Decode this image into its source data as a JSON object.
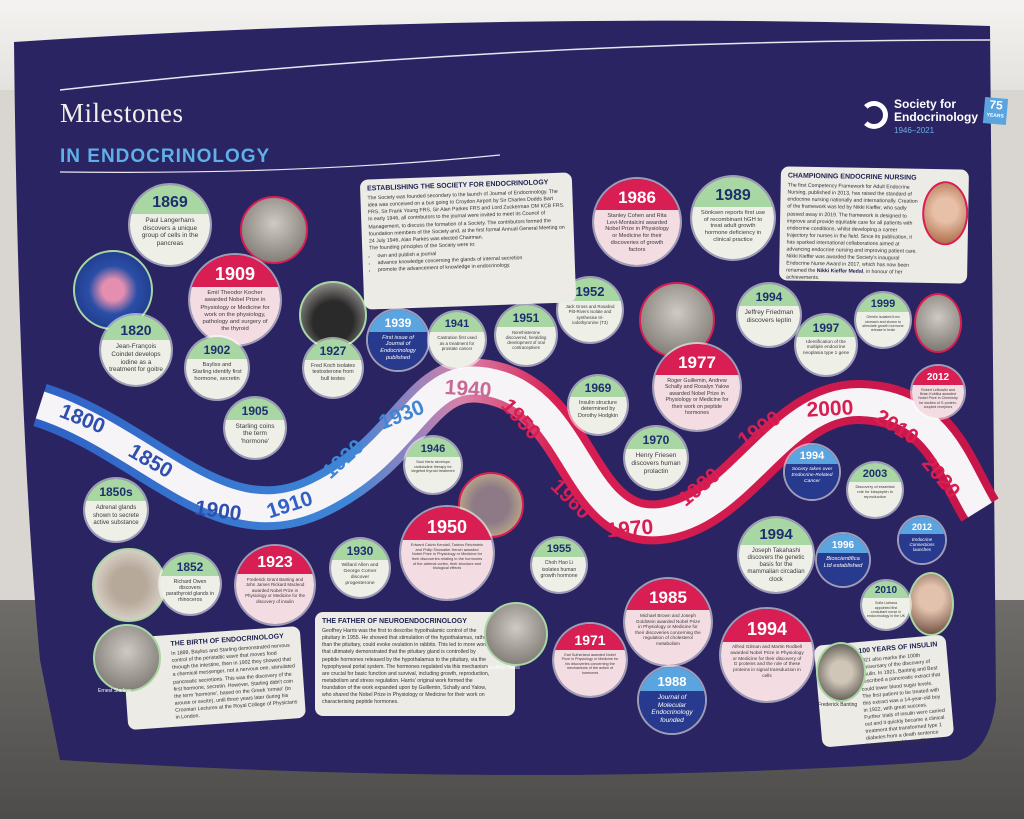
{
  "header": {
    "title_line1": "Milestones",
    "title_line2": "IN ENDOCRINOLOGY",
    "logo_name_line1": "Society for",
    "logo_name_line2": "Endocrinology",
    "logo_years": "1946–2021",
    "logo_badge": "75",
    "logo_badge_sub": "YEARS"
  },
  "timeline": {
    "years": [
      "1800",
      "1850",
      "1900",
      "1910",
      "1920",
      "1930",
      "1940",
      "1950",
      "1960",
      "1970",
      "1980",
      "1990",
      "2000",
      "2010",
      "2020"
    ]
  },
  "events": [
    {
      "year": "1869",
      "text": "Paul Langerhans discovers a unique group of cells in the pancreas",
      "style": "g"
    },
    {
      "year": "1909",
      "text": "Emil Theodor Kocher awarded Nobel Prize in Physiology or Medicine for work on the physiology, pathology and surgery of the thyroid",
      "style": "r"
    },
    {
      "year": "1820",
      "text": "Jean-François Coindet develops iodine as a treatment for goitre",
      "style": "g"
    },
    {
      "year": "1902",
      "text": "Bayliss and Starling identify first hormone, secretin",
      "style": "g"
    },
    {
      "year": "1905",
      "text": "Starling coins the term 'hormone'",
      "style": "g"
    },
    {
      "year": "1927",
      "text": "Fred Koch isolates testosterone from bull testes",
      "style": "g"
    },
    {
      "year": "1939",
      "text": "First issue of Journal of Endocrinology published",
      "style": "b"
    },
    {
      "year": "1941",
      "text": "Castration first used as a treatment for prostate cancer",
      "style": "g"
    },
    {
      "year": "1951",
      "text": "Norethisterone discovered, heralding development of oral contraceptives",
      "style": "g"
    },
    {
      "year": "1952",
      "text": "Jack Gross and Rosalind Pitt-Rivers isolate and synthesise tri-iodothyronine (T3)",
      "style": "g"
    },
    {
      "year": "1986",
      "text": "Stanley Cohen and Rita Levi-Montalcini awarded Nobel Prize in Physiology or Medicine for their discoveries of growth factors",
      "style": "r"
    },
    {
      "year": "1989",
      "text": "Sönksen reports first use of recombinant hGH to treat adult growth hormone deficiency in clinical practice",
      "style": "g"
    },
    {
      "year": "1977",
      "text": "Roger Guillemin, Andrew Schally and Rosalyn Yalow awarded Nobel Prize in Physiology or Medicine for their work on peptide hormones",
      "style": "r"
    },
    {
      "year": "1969",
      "text": "Insulin structure determined by Dorothy Hodgkin",
      "style": "g"
    },
    {
      "year": "1994",
      "text": "Jeffrey Friedman discovers leptin",
      "style": "g"
    },
    {
      "year": "1997",
      "text": "Identification of the multiple endocrine neoplasia type 1 gene",
      "style": "g"
    },
    {
      "year": "1999",
      "text": "Ghrelin isolated from stomach and shown to stimulate growth hormone release in brain",
      "style": "g"
    },
    {
      "year": "2012",
      "text": "Robert Lefkowitz and Brian Kobilka awarded Nobel Prize in Chemistry for studies of G protein-coupled receptors",
      "style": "r"
    },
    {
      "year": "1970",
      "text": "Henry Friesen discovers human prolactin",
      "style": "g"
    },
    {
      "year": "1946",
      "text": "Saul Hertz develops radioiodine therapy for targeted thyroid treatment",
      "style": "g"
    },
    {
      "year": "1950",
      "text": "Edward Calvin Kendall, Tadeus Reichstein and Philip Showalter Hench awarded Nobel Prize in Physiology or Medicine for their discoveries relating to the hormones of the adrenal cortex, their structure and biological effects",
      "style": "r"
    },
    {
      "year": "1955",
      "text": "Choh Hao Li isolates human growth hormone",
      "style": "g"
    },
    {
      "year": "1850s",
      "text": "Adrenal glands shown to secrete active substance",
      "style": "g"
    },
    {
      "year": "1852",
      "text": "Richard Owen discovers parathyroid glands in rhinoceros",
      "style": "g"
    },
    {
      "year": "1923",
      "text": "Frederick Grant Banting and John James Rickard Macleod awarded Nobel Prize in Physiology or Medicine for the discovery of insulin",
      "style": "r"
    },
    {
      "year": "1930",
      "text": "Willard Allen and George Corner discover progesterone",
      "style": "g"
    },
    {
      "year": "1994",
      "text": "Society takes over Endocrine-Related Cancer",
      "style": "b"
    },
    {
      "year": "2003",
      "text": "Discovery of essential role for kisspeptin in reproduction",
      "style": "g"
    },
    {
      "year": "2012",
      "text": "Endocrine Connections launches",
      "style": "b"
    },
    {
      "year": "1994",
      "text": "Joseph Takahashi discovers the genetic basis for the mammalian circadian clock",
      "style": "g"
    },
    {
      "year": "1996",
      "text": "Bioscientifica Ltd established",
      "style": "b"
    },
    {
      "year": "1985",
      "text": "Michael Brown and Joseph Goldstein awarded Nobel Prize in Physiology or Medicine for their discoveries concerning the regulation of cholesterol metabolism",
      "style": "r"
    },
    {
      "year": "1971",
      "text": "Earl Sutherland awarded Nobel Prize in Physiology or Medicine for his discoveries concerning the mechanisms of the action of hormones",
      "style": "r"
    },
    {
      "year": "1988",
      "text": "Journal of Molecular Endocrinology founded",
      "style": "b"
    },
    {
      "year": "1994",
      "text": "Alfred Gilman and Martin Rodbell awarded Nobel Prize in Physiology or Medicine for their discovery of G proteins and the role of these proteins in signal transduction in cells",
      "style": "r"
    },
    {
      "year": "2010",
      "text": "Sofia Llahana appointed first consultant nurse in endocrinology in the UK",
      "style": "g"
    }
  ],
  "boxes": {
    "establishing": {
      "title": "ESTABLISHING THE SOCIETY FOR ENDOCRINOLOGY",
      "body": "The Society was founded secondary to the launch of Journal of Endocrinology. The idea was conceived on a bus going to Croydon Airport by Sir Charles Dodds Bart FRS, Sir Frank Young FRS, Sir Alan Parkes FRS and Lord Zuckerman OM KCB FRS. In early 1946, all contributors to the journal were invited to meet its Council of Management, to discuss the formation of a Society. The contributors formed the foundation members of the Society and, at the first formal Annual General Meeting on 24 July 1946, Alan Parkes was elected Chairman.",
      "principles_intro": "The founding principles of the Society were to:",
      "principles": [
        "own and publish a journal",
        "advance knowledge concerning the glands of internal secretion",
        "promote the advancement of knowledge in endocrinology."
      ]
    },
    "championing": {
      "title": "CHAMPIONING ENDOCRINE NURSING",
      "body": "The first Competency Framework for Adult Endocrine Nursing, published in 2013, has raised the standard of endocrine nursing nationally and internationally. Creation of the framework was led by Nikki Kieffer, who sadly passed away in 2019. The framework is designed to improve and provide equitable care for all patients with endocrine conditions, whilst developing a career trajectory for nurses in the field. Since its publication, it has sparked international collaborations aimed at advancing endocrine nursing and improving patient care. Nikki Kieffer was awarded the Society's inaugural Endocrine Nurse Award in 2017, which has now been renamed the",
      "highlight": "Nikki Kieffer Medal",
      "tail": ", in honour of her achievements."
    },
    "birth": {
      "title": "THE BIRTH OF ENDOCRINOLOGY",
      "body": "In 1899, Bayliss and Starling demonstrated nervous control of the peristaltic wave that moves food through the intestine, then in 1902 they showed that a chemical messenger, not a nervous one, stimulated pancreatic secretions. This was the discovery of the first hormone, secretin. However, Starling didn't coin the term 'hormone', based on the Greek 'ormao' (to arouse or excite), until three years later during his Croonian Lectures at the Royal College of Physicians in London.",
      "caption": "Ernest Starling"
    },
    "father": {
      "title": "THE FATHER OF NEUROENDOCRINOLOGY",
      "body": "Geoffrey Harris was the first to describe hypothalamic control of the pituitary in 1955. He showed that stimulation of the hypothalamus, rather than the pituitary, could evoke ovulation in rabbits. This led to more work that ultimately demonstrated that the pituitary gland is controlled by peptide hormones released by the hypothalamus to the pituitary, via the hypophyseal portal system. The hormones regulated via this mechanism are crucial for basic function and survival, including growth, reproduction, metabolism and stress regulation. Harris' original work formed the foundation of the work expanded upon by Guillemin, Schally and Yalow, who shared the Nobel Prize in Physiology or Medicine for their work on characterising peptide hormones.",
      "caption": "Geoffrey Harris"
    },
    "insulin": {
      "title": "100 YEARS OF INSULIN",
      "body": "2021 also marks the 100th anniversary of the discovery of insulin. In 1921, Banting and Best described a pancreatic extract that could lower blood sugar levels. The first patient to be treated with this extract was a 14-year-old boy in 1922, with great success. Further trials of insulin were carried out and it quickly became a clinical treatment that transformed type 1 diabetes from a death sentence into a manageable condition.",
      "caption": "Frederick Banting"
    }
  },
  "colors": {
    "banner": "#2b2462",
    "ribbon_blue": "#2f62c6",
    "ribbon_pink": "#d81e52",
    "green": "#a8d7a4",
    "navy_text": "#1d2f6e"
  }
}
